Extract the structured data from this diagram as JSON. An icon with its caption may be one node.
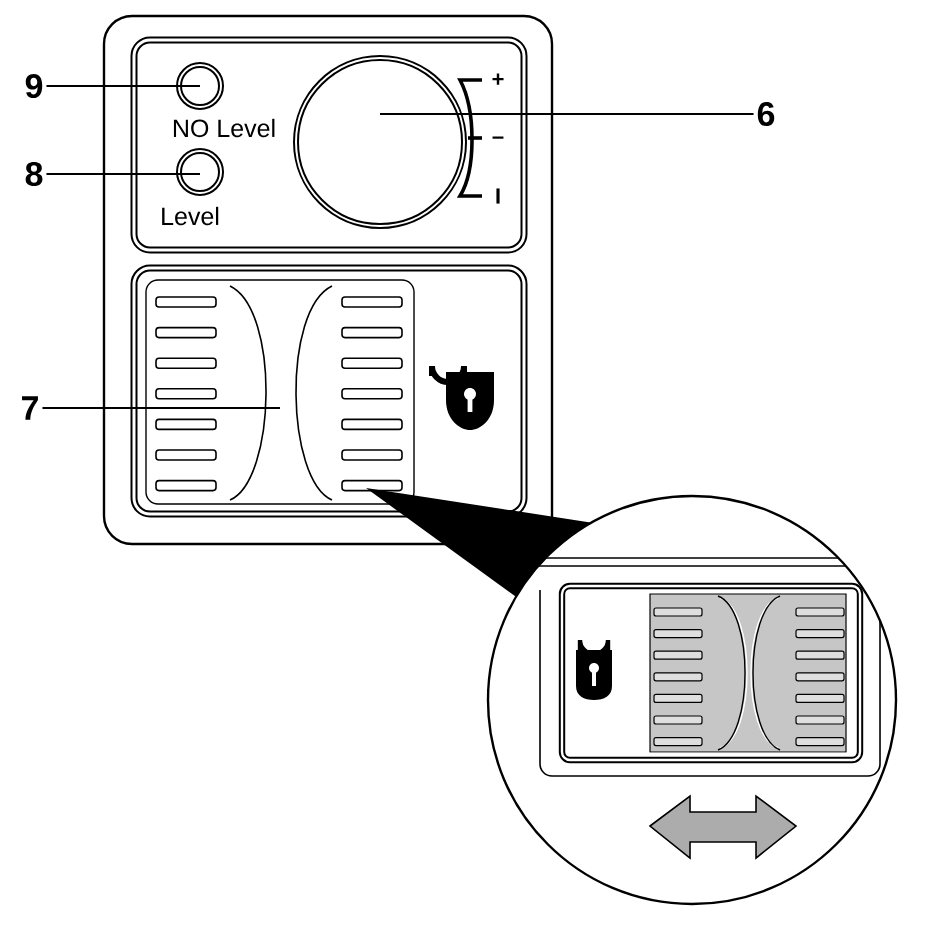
{
  "diagram": {
    "nodes": [
      {
        "text": [
          "9"
        ]
      },
      {
        "text": [
          "8"
        ]
      },
      {
        "text": [
          "6"
        ]
      },
      {
        "text": [
          "7"
        ]
      },
      {
        "text": [],
        "shape": "circle",
        "beside": [
          "NO Level"
        ]
      },
      {
        "text": [],
        "shape": "circle",
        "beside": [
          "Level"
        ]
      },
      {
        "text": [],
        "shape": "circle"
      },
      {
        "text": [],
        "shape": "box"
      }
    ],
    "edges": [
      {
        "from": 0,
        "to": 4,
        "arrow": "none"
      },
      {
        "from": 1,
        "to": 5,
        "arrow": "none"
      },
      {
        "from": 2,
        "to": 6,
        "arrow": "none"
      },
      {
        "from": 3,
        "to": 7,
        "arrow": "none"
      }
    ],
    "labels": [
      "+",
      "–",
      "I"
    ]
  }
}
